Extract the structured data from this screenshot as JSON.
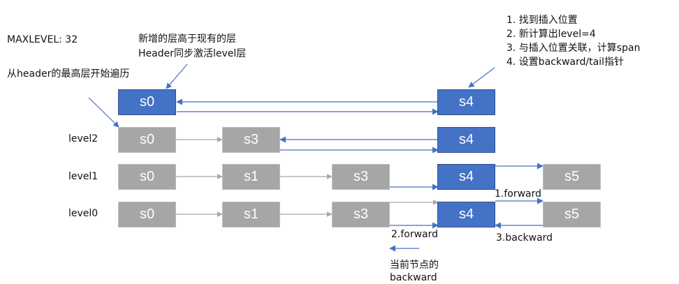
{
  "colors": {
    "blue": "#4472c4",
    "gray": "#a6a6a6",
    "gray_line": "#a8a8a8",
    "blue_line": "#4472c4"
  },
  "annotations": {
    "maxlevel": "MAXLEVEL:  32",
    "new_level_line1": "新增的层高于现有的层",
    "new_level_line2": "Header同步激活level层",
    "traverse_from_header": "从header的最高层开始遍历",
    "step1": "1. 找到插入位置",
    "step2": "2. 新计算出level=4",
    "step3": "3. 与插入位置关联，计算span",
    "step4": "4. 设置backward/tail指针",
    "forward1": "1.forward",
    "forward2": "2.forward",
    "backward3": "3.backward",
    "current_backward_line1": "当前节点的",
    "current_backward_line2": "backward"
  },
  "levels": {
    "level2": "level2",
    "level1": "level1",
    "level0": "level0"
  },
  "nodes": {
    "top_s0": "s0",
    "top_s4": "s4",
    "l2_s0": "s0",
    "l2_s3": "s3",
    "l2_s4": "s4",
    "l1_s0": "s0",
    "l1_s1": "s1",
    "l1_s3": "s3",
    "l1_s4": "s4",
    "l1_s5": "s5",
    "l0_s0": "s0",
    "l0_s1": "s1",
    "l0_s3": "s3",
    "l0_s4": "s4",
    "l0_s5": "s5"
  }
}
